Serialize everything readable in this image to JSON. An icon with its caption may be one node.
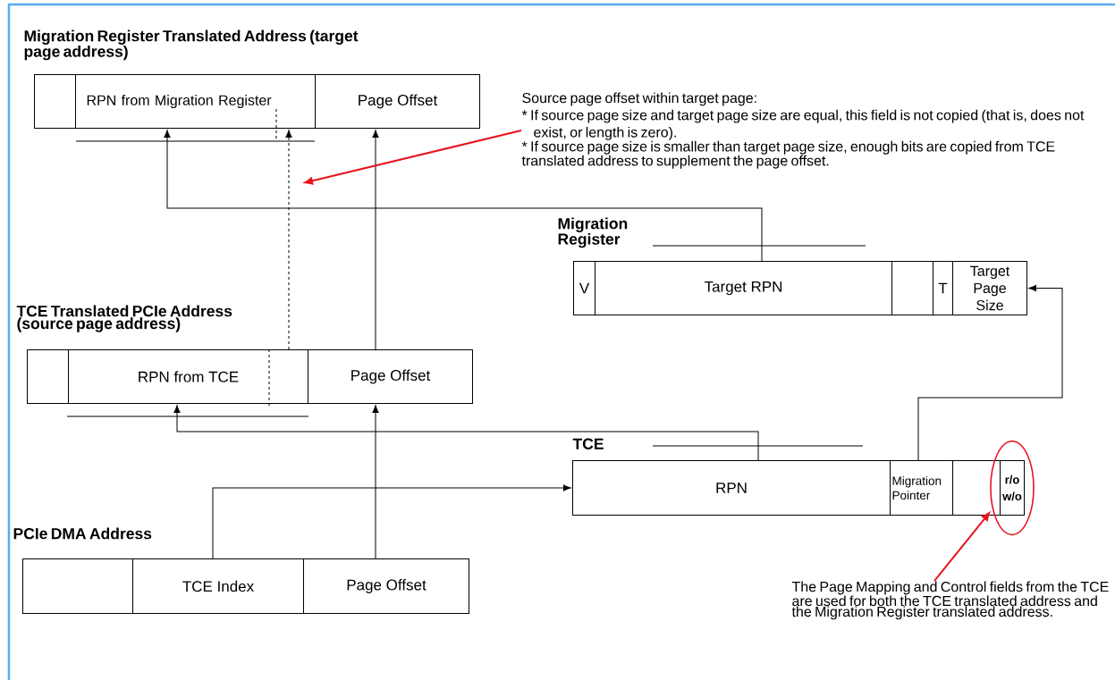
{
  "diagram": {
    "nodes": [
      {
        "text": [],
        "shape": "box"
      },
      {
        "text": [
          "RPN from Migration Register"
        ]
      },
      {
        "text": [
          "Page Offset"
        ]
      },
      {
        "text": [
          "Source page offset within target page:",
          "* If source page size and target page size are equal, this field is not copied (that is, does not exist, or length is zero).",
          "* If source page size is smaller than target page size, enough bits are copied from TCE translated address to supplement the page offset."
        ]
      },
      {
        "text": [
          "V"
        ]
      },
      {
        "text": [
          "Target RPN"
        ]
      },
      {
        "text": [],
        "shape": "box"
      },
      {
        "text": [
          "T"
        ]
      },
      {
        "text": [
          "Target Page Size"
        ]
      },
      {
        "text": [],
        "shape": "box"
      },
      {
        "text": [
          "RPN from TCE"
        ]
      },
      {
        "text": [
          "Page Offset"
        ]
      },
      {
        "text": [
          "RPN"
        ]
      },
      {
        "text": [
          "Migration Pointer"
        ]
      },
      {
        "text": [],
        "shape": "box"
      },
      {
        "text": [],
        "shape": "ellipse"
      },
      {
        "text": [
          "r/o",
          "w/o"
        ],
        "in": 15
      },
      {
        "text": [],
        "shape": "box"
      },
      {
        "text": [
          "TCE Index"
        ]
      },
      {
        "text": [
          "Page Offset"
        ]
      },
      {
        "text": [
          "The Page Mapping and Control fields from the TCE are used for both the TCE translated address and the Migration Register translated address."
        ]
      }
    ],
    "edges": [
      {
        "from": 18,
        "to": 12,
        "arrow": "to"
      },
      {
        "from": 19,
        "to": 11,
        "arrow": "to"
      },
      {
        "from": 11,
        "to": 2,
        "arrow": "to"
      },
      {
        "from": 12,
        "to": 10,
        "arrow": "to"
      },
      {
        "from": 5,
        "to": 1,
        "arrow": "to"
      },
      {
        "from": 13,
        "to": 8,
        "arrow": "to"
      },
      {
        "from": 10,
        "to": 1,
        "arrow": "to",
        "style": "dashed"
      },
      {
        "from": 3,
        "to": null,
        "arrow": "to",
        "color": "#e8141e"
      },
      {
        "from": 20,
        "to": 15,
        "arrow": "to",
        "color": "#e8141e"
      }
    ],
    "labels": [
      "Migration Register Translated Address (target page address)",
      "Migration Register",
      "TCE Translated PCIe Address (source page address)",
      "TCE",
      "PCIe DMA Address"
    ]
  }
}
